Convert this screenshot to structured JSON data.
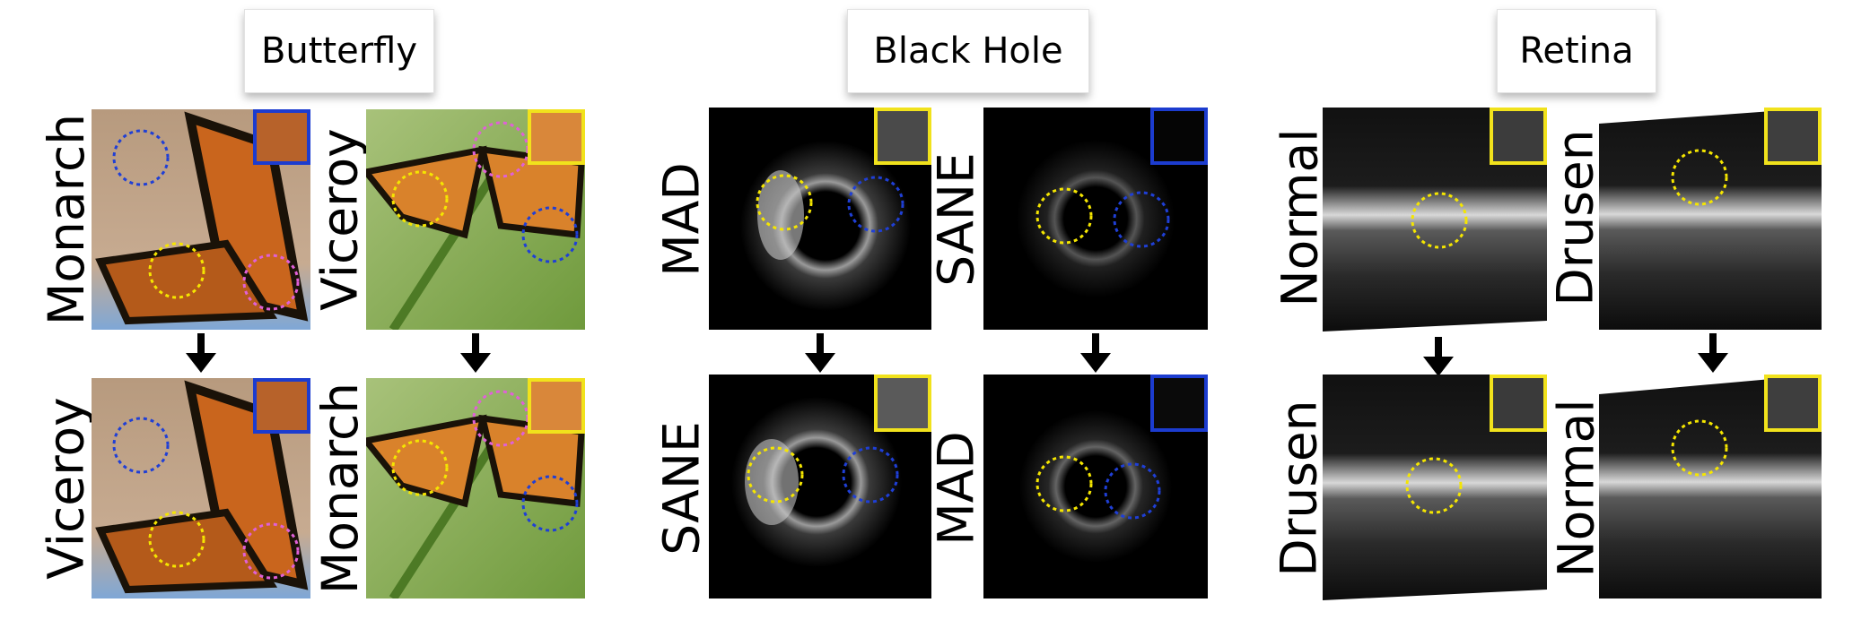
{
  "groups": [
    {
      "title": "Butterfly",
      "labels": {
        "top_left": "Monarch",
        "top_right": "Viceroy",
        "bottom_left": "Viceroy",
        "bottom_right": "Monarch"
      }
    },
    {
      "title": "Black Hole",
      "labels": {
        "top_left": "MAD",
        "top_right": "SANE",
        "bottom_left": "SANE",
        "bottom_right": "MAD"
      }
    },
    {
      "title": "Retina",
      "labels": {
        "top_left": "Normal",
        "top_right": "Drusen",
        "bottom_left": "Drusen",
        "bottom_right": "Normal"
      }
    }
  ],
  "colors": {
    "circle_yellow": "#f5e600",
    "circle_blue": "#1f3fd6",
    "circle_magenta": "#e060d8",
    "inset_yellow": "#f1e21c",
    "inset_blue": "#1c3ccf"
  }
}
